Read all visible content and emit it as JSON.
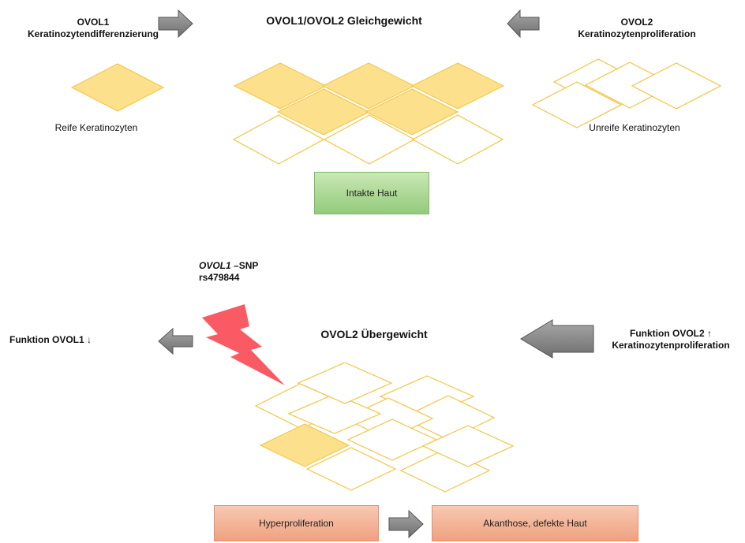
{
  "top": {
    "left_gene": "OVOL1",
    "left_function": "Keratinozytendifferenzierung",
    "title": "OVOL1/OVOL2 Gleichgewicht",
    "right_gene": "OVOL2",
    "right_function": "Keratinozytenproliferation",
    "mature_label": "Reife Keratinozyten",
    "immature_label": "Unreife Keratinozyten",
    "result_box": "Intakte Haut"
  },
  "bottom": {
    "snp_gene": "OVOL1",
    "snp_suffix": " –SNP",
    "snp_id": "rs479844",
    "left_label": "Funktion OVOL1 ↓",
    "title": "OVOL2 Übergewicht",
    "right_label_line1": "Funktion OVOL2 ↑",
    "right_label_line2": "Keratinozytenproliferation",
    "box_left": "Hyperproliferation",
    "box_right": "Akanthose, defekte Haut"
  },
  "colors": {
    "diamond_fill": "#fde08c",
    "diamond_stroke": "#f3c33f",
    "arrow_fill": "#8c8c8c",
    "bolt": "#f95a63",
    "box_green": "#a7d58f",
    "box_orange": "#f3b093"
  }
}
